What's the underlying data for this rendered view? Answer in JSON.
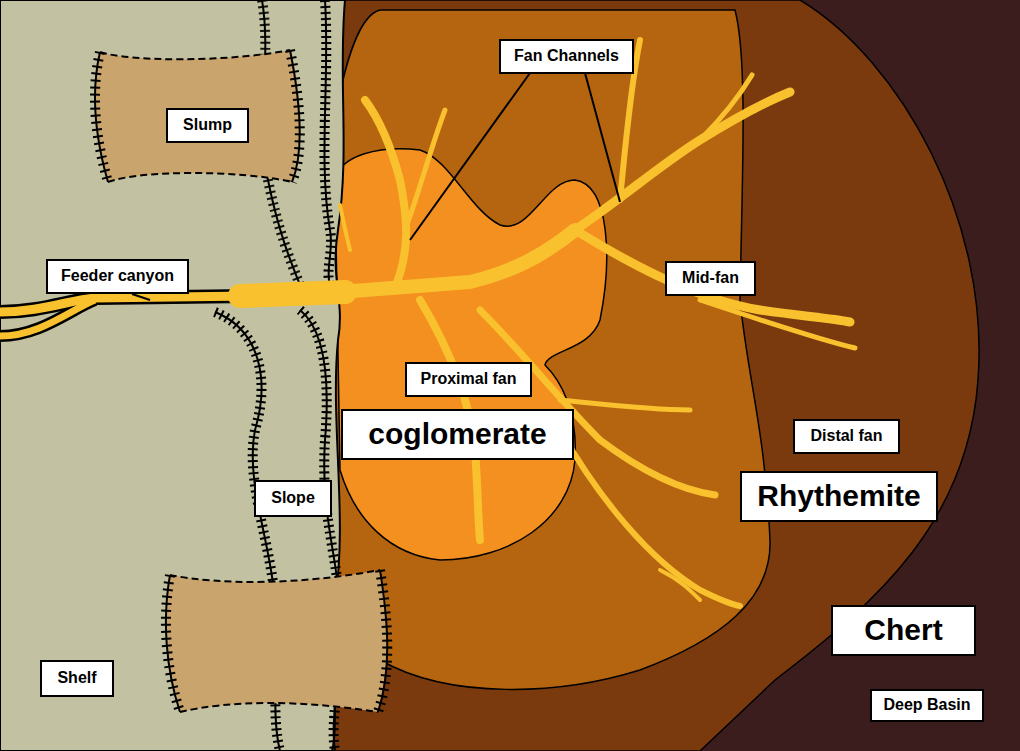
{
  "diagram": {
    "nodes": [
      {
        "text": [
          "Slump"
        ]
      },
      {
        "text": [
          "Fan Channels"
        ]
      },
      {
        "text": [
          "Feeder canyon"
        ]
      },
      {
        "text": [
          "Mid-fan"
        ]
      },
      {
        "text": [
          "Proximal fan"
        ]
      },
      {
        "text": [
          "coglomerate"
        ]
      },
      {
        "text": [
          "Distal fan"
        ]
      },
      {
        "text": [
          "Rhythemite"
        ]
      },
      {
        "text": [
          "Slope"
        ]
      },
      {
        "text": [
          "Chert"
        ]
      },
      {
        "text": [
          "Shelf"
        ]
      },
      {
        "text": [
          "Deep Basin"
        ]
      }
    ]
  }
}
